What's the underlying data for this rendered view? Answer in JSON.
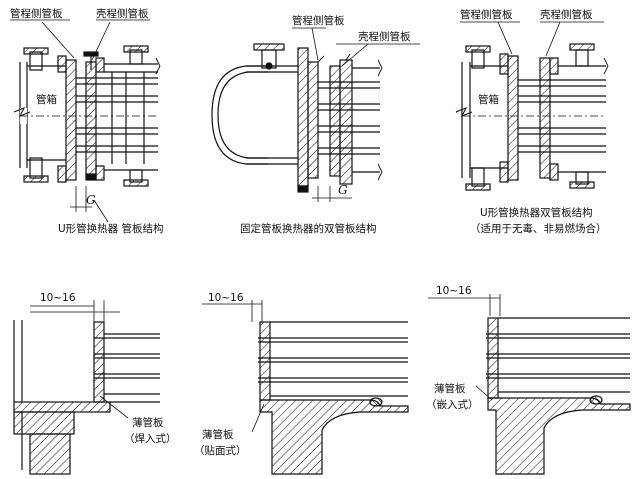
{
  "diagram1": {
    "label_tube_side_plate": "管程侧管板",
    "label_shell_side_plate": "壳程侧管板",
    "label_channel": "管箱",
    "label_gap": "G",
    "caption": "U形管换热器 管板结构"
  },
  "diagram2": {
    "label_tube_side_plate": "管程侧管板",
    "label_shell_side_plate": "壳程侧管板",
    "label_gap": "G",
    "caption": "固定管板换热器的双管板结构"
  },
  "diagram3": {
    "label_tube_side_plate": "管程侧管板",
    "label_shell_side_plate": "壳程侧管板",
    "label_channel": "管箱",
    "caption_line1": "U形管换热器双管板结构",
    "caption_line2": "（适用于无毒、非易燃场合）"
  },
  "detail1": {
    "dim": "10~16",
    "label_line1": "薄管板",
    "label_line2": "（焊入式）"
  },
  "detail2": {
    "dim": "10~16",
    "label_line1": "薄管板",
    "label_line2": "（贴面式）"
  },
  "detail3": {
    "dim": "10~16",
    "label_line1": "薄管板",
    "label_line2": "（嵌入式）"
  }
}
